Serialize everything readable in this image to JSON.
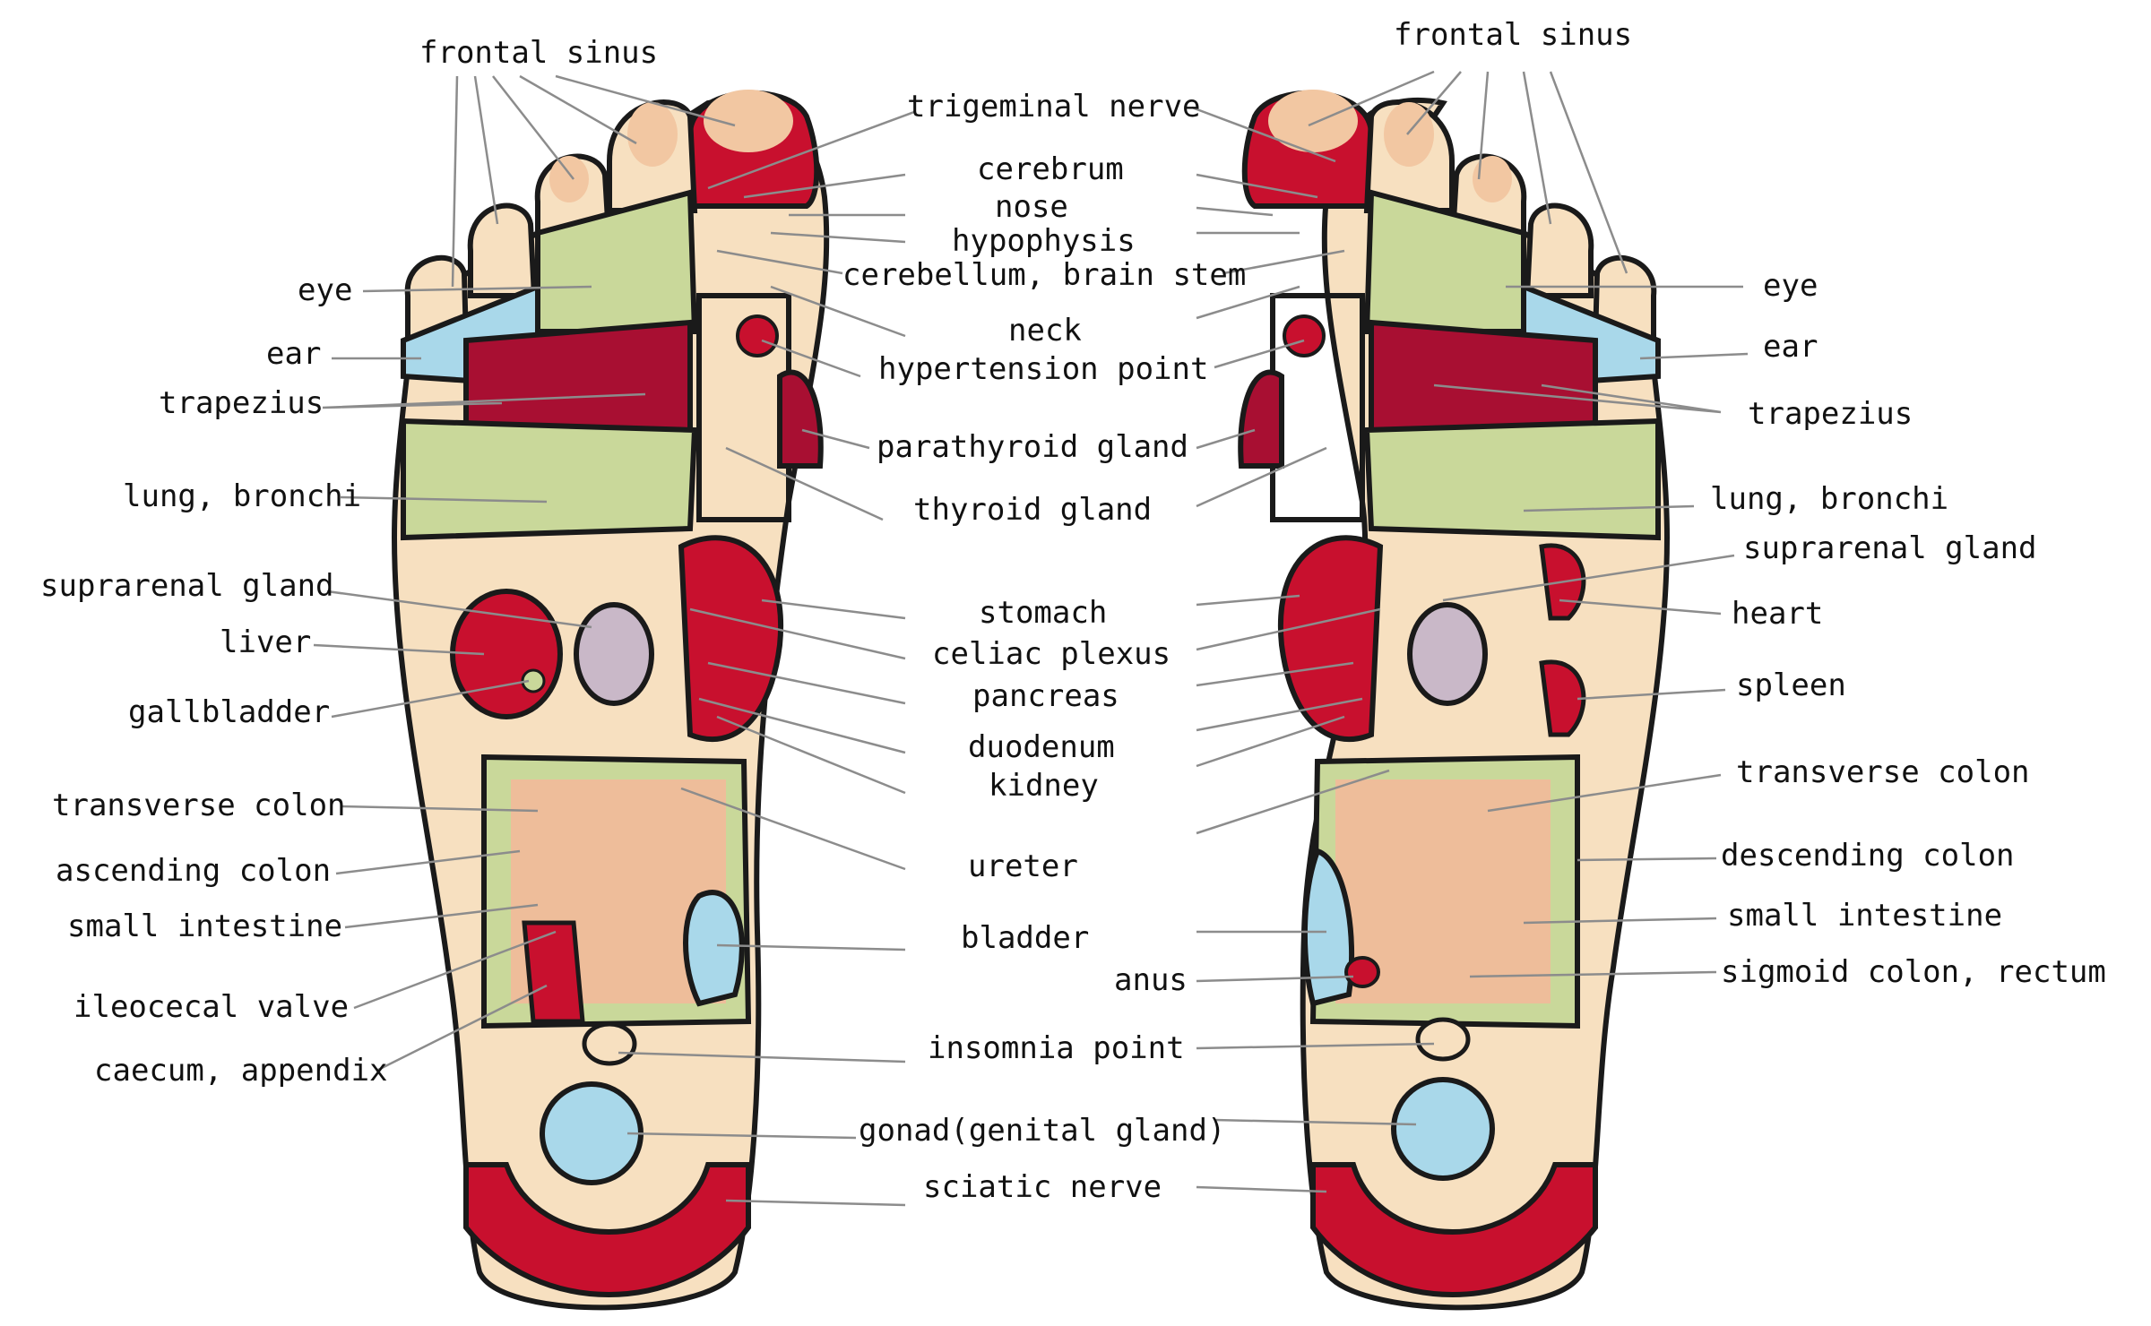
{
  "colors": {
    "outline": "#1a1a1a",
    "skin": "#f7e0c0",
    "toe_tip": "#f2c7a2",
    "green": "#c9d89a",
    "red": "#c8102e",
    "crimson": "#a80f32",
    "blue": "#a9d8ea",
    "yellow": "#f3d68c",
    "leader": "#8c8c8c"
  },
  "labels": {
    "left": {
      "frontal_sinus": "frontal sinus",
      "eye": "eye",
      "ear": "ear",
      "trapezius": "trapezius",
      "lung_bronchi": "lung, bronchi",
      "suprarenal_gland": "suprarenal gland",
      "liver": "liver",
      "gallbladder": "gallbladder",
      "transverse_colon": "transverse colon",
      "ascending_colon": "ascending colon",
      "small_intestine": "small intestine",
      "ileocecal_valve": "ileocecal valve",
      "caecum_appendix": "caecum, appendix"
    },
    "center": {
      "trigeminal_nerve": "trigeminal nerve",
      "cerebrum": "cerebrum",
      "nose": "nose",
      "hypophysis": "hypophysis",
      "cerebellum_brain_stem": "cerebellum, brain stem",
      "neck": "neck",
      "hypertension_point": "hypertension point",
      "parathyroid_gland": "parathyroid gland",
      "thyroid_gland": "thyroid gland",
      "stomach": "stomach",
      "celiac_plexus": "celiac plexus",
      "pancreas": "pancreas",
      "duodenum": "duodenum",
      "kidney": "kidney",
      "ureter": "ureter",
      "bladder": "bladder",
      "anus": "anus",
      "insomnia_point": "insomnia point",
      "gonad": "gonad(genital gland)",
      "sciatic_nerve": "sciatic nerve"
    },
    "right": {
      "frontal_sinus": "frontal sinus",
      "eye": "eye",
      "ear": "ear",
      "trapezius": "trapezius",
      "lung_bronchi": "lung, bronchi",
      "suprarenal_gland": "suprarenal gland",
      "heart": "heart",
      "spleen": "spleen",
      "transverse_colon": "transverse colon",
      "descending_colon": "descending colon",
      "small_intestine": "small intestine",
      "sigmoid_colon_rectum": "sigmoid colon, rectum"
    }
  }
}
